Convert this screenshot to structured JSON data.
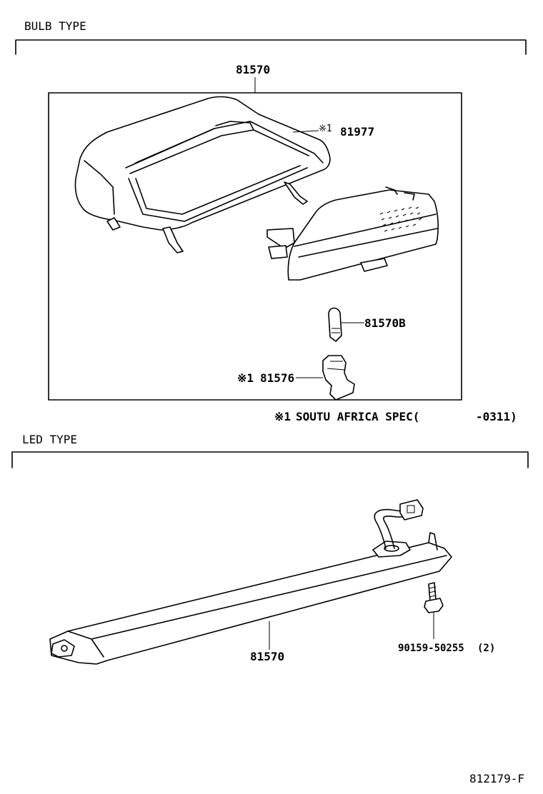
{
  "sections": {
    "bulb_title": "BULB TYPE",
    "led_title": "LED TYPE"
  },
  "bulb": {
    "assembly_part": "81570",
    "lens_part": "81977",
    "lens_mark": "※1",
    "bulb_part": "81570B",
    "socket_part": "81576",
    "socket_mark": "※1",
    "note_mark": "※1",
    "note_text": "SOUTU AFRICA SPEC(",
    "note_range": "-0311)"
  },
  "led": {
    "assembly_part": "81570",
    "screw_part": "90159-50255",
    "screw_qty": "(2)"
  },
  "figure_id": "812179-F"
}
